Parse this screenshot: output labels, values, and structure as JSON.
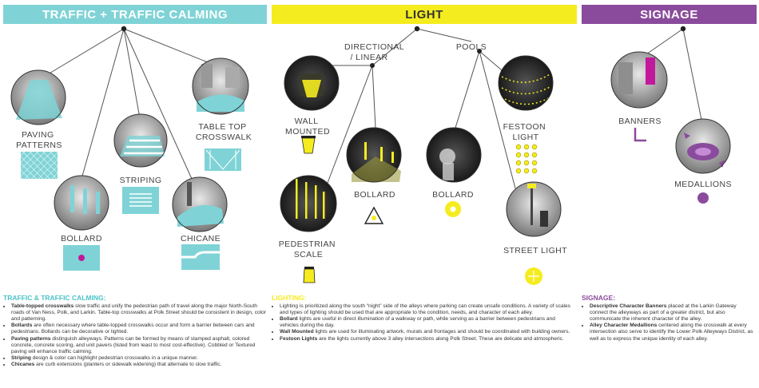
{
  "headers": {
    "traffic": "TRAFFIC + TRAFFIC CALMING",
    "light": "LIGHT",
    "signage": "SIGNAGE"
  },
  "labels": {
    "paving": [
      "PAVING",
      "PATTERNS"
    ],
    "tabletop": [
      "TABLE TOP",
      "CROSSWALK"
    ],
    "striping": "STRIPING",
    "bollard_t": "BOLLARD",
    "chicane": "CHICANE",
    "directional": [
      "DIRECTIONAL",
      "/ LINEAR"
    ],
    "pools": "POOLS",
    "wall": [
      "WALL",
      "MOUNTED"
    ],
    "bollard_l1": "BOLLARD",
    "bollard_l2": "BOLLARD",
    "pedestrian": [
      "PEDESTRIAN",
      "SCALE"
    ],
    "festoon": [
      "FESTOON",
      "LIGHT"
    ],
    "streetlight": "STREET LIGHT",
    "banners": "BANNERS",
    "medallions": "MEDALLIONS"
  },
  "colors": {
    "teal": "#7fd3d6",
    "yellow": "#f5ec1f",
    "purple": "#8a4b9c"
  },
  "descriptions": {
    "traffic": {
      "title": "TRAFFIC & TRAFFIC CALMING:",
      "items": [
        {
          "b": "Table-topped crosswalks",
          "t": " slow traffic and unify the pedestrian path of travel along the major North-South roads of Van Ness, Polk, and Larkin. Table-top crosswalks at Polk Street should be consistent in design, color and patterning."
        },
        {
          "b": "Bollards",
          "t": " are often necessary where table-topped crosswalks occur and form a barrier between cars and pedestrians. Bollards can be decorative or lighted."
        },
        {
          "b": "Paving patterns",
          "t": " distinguish alleyways. Patterns can be formed by means of stamped asphalt, colored concrete, concrete scoring, and unit pavers (listed from least to most cost-effective). Cobbled or Textured paving will enhance traffic calming."
        },
        {
          "b": "Striping",
          "t": " design & color can highlight pedestrian crosswalks in a unique manner."
        },
        {
          "b": "Chicanes",
          "t": " are curb extensions (planters or sidewalk widening) that alternate to slow traffic."
        }
      ]
    },
    "light": {
      "title": "LIGHTING:",
      "items": [
        {
          "b": "",
          "t": "Lighting is prioritized along the south “night” side of the alleys where parking can create unsafe conditions. A variety of scales and types of lighting should be used that are appropriate to the condition, needs, and character of each alley."
        },
        {
          "b": "Bollard",
          "t": " lights are useful in direct illumination of a walkway or path, while serving as a barrier between pedestrians and vehicles during the day."
        },
        {
          "b": "Wall Mounted",
          "t": " lights are used for illuminating artwork, murals and frontages and should be coordinated with building owners."
        },
        {
          "b": "Festoon Lights",
          "t": " are the lights currently above 3 alley intersections along Polk Street. These are delicate and atmospheric."
        }
      ]
    },
    "signage": {
      "title": "SIGNAGE:",
      "items": [
        {
          "b": "Descriptive Character Banners",
          "t": " placed at the Larkin Gateway connect the alleyways as part of a greater district, but also communicate the inherent character of the alley."
        },
        {
          "b": "Alley Character Medallions",
          "t": " centered along the crosswalk at every intersection also serve to identify the Lower Polk Alleyways District, as well as to express the unique identity of each alley."
        }
      ]
    }
  }
}
